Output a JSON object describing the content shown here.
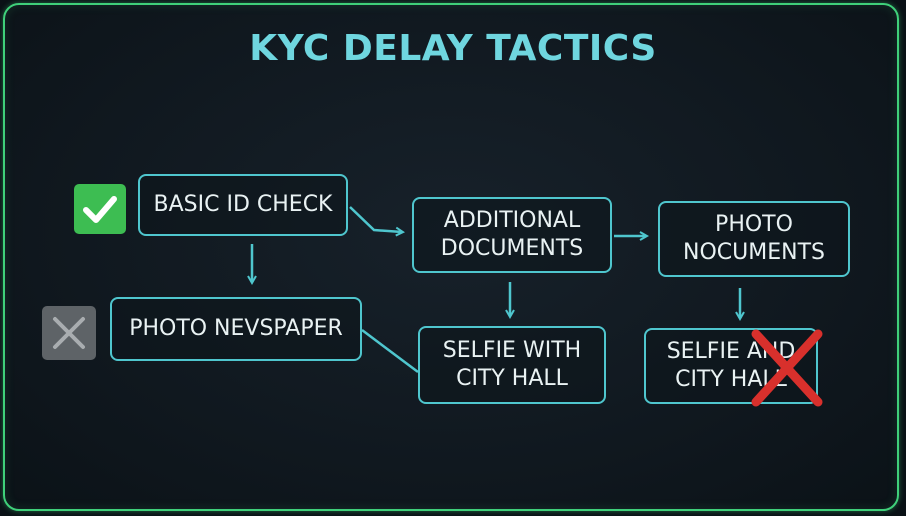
{
  "diagram": {
    "title": "KYC DELAY TACTICS",
    "nodes": {
      "basic_id_check": "BASIC ID CHECK",
      "photo_newspaper": "PHOTO NEVSPAPER",
      "additional_documents": "ADDITIONAL\nDOCUMENTS",
      "selfie_city_hall_mid": "SELFIE WITH\nCITY HALL",
      "photo_documents": "PHOTO\nNOCUMENTS",
      "selfie_city_hall_right": "SELFIE AND\nCITY HALL"
    },
    "status": {
      "basic_id_check": "check",
      "photo_newspaper": "rejected",
      "selfie_city_hall_right": "rejected"
    },
    "colors": {
      "frame": "#3fd07a",
      "title": "#6fd6df",
      "box_border": "#4fc6ce",
      "arrow": "#4fc6ce",
      "check_badge": "#3dbd52",
      "x_badge": "#5e6367",
      "reject_cross": "#d8302c"
    }
  }
}
